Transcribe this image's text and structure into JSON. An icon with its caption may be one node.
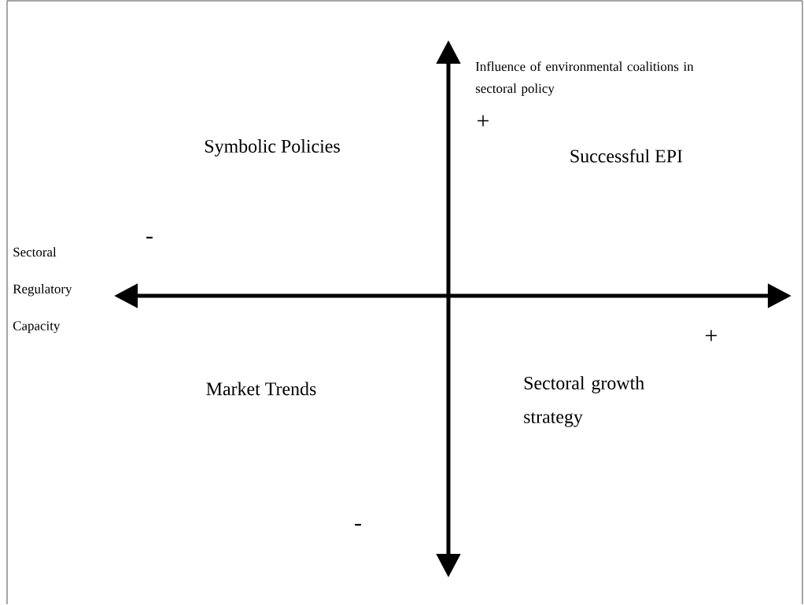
{
  "diagram": {
    "labels": [
      "Influence of environmental coalitions in sectoral policy",
      "+",
      "Symbolic Policies",
      "Successful EPI",
      "-",
      "Sectoral Regulatory Capacity",
      "+",
      "Market Trends",
      "Sectoral growth strategy",
      "-"
    ]
  }
}
